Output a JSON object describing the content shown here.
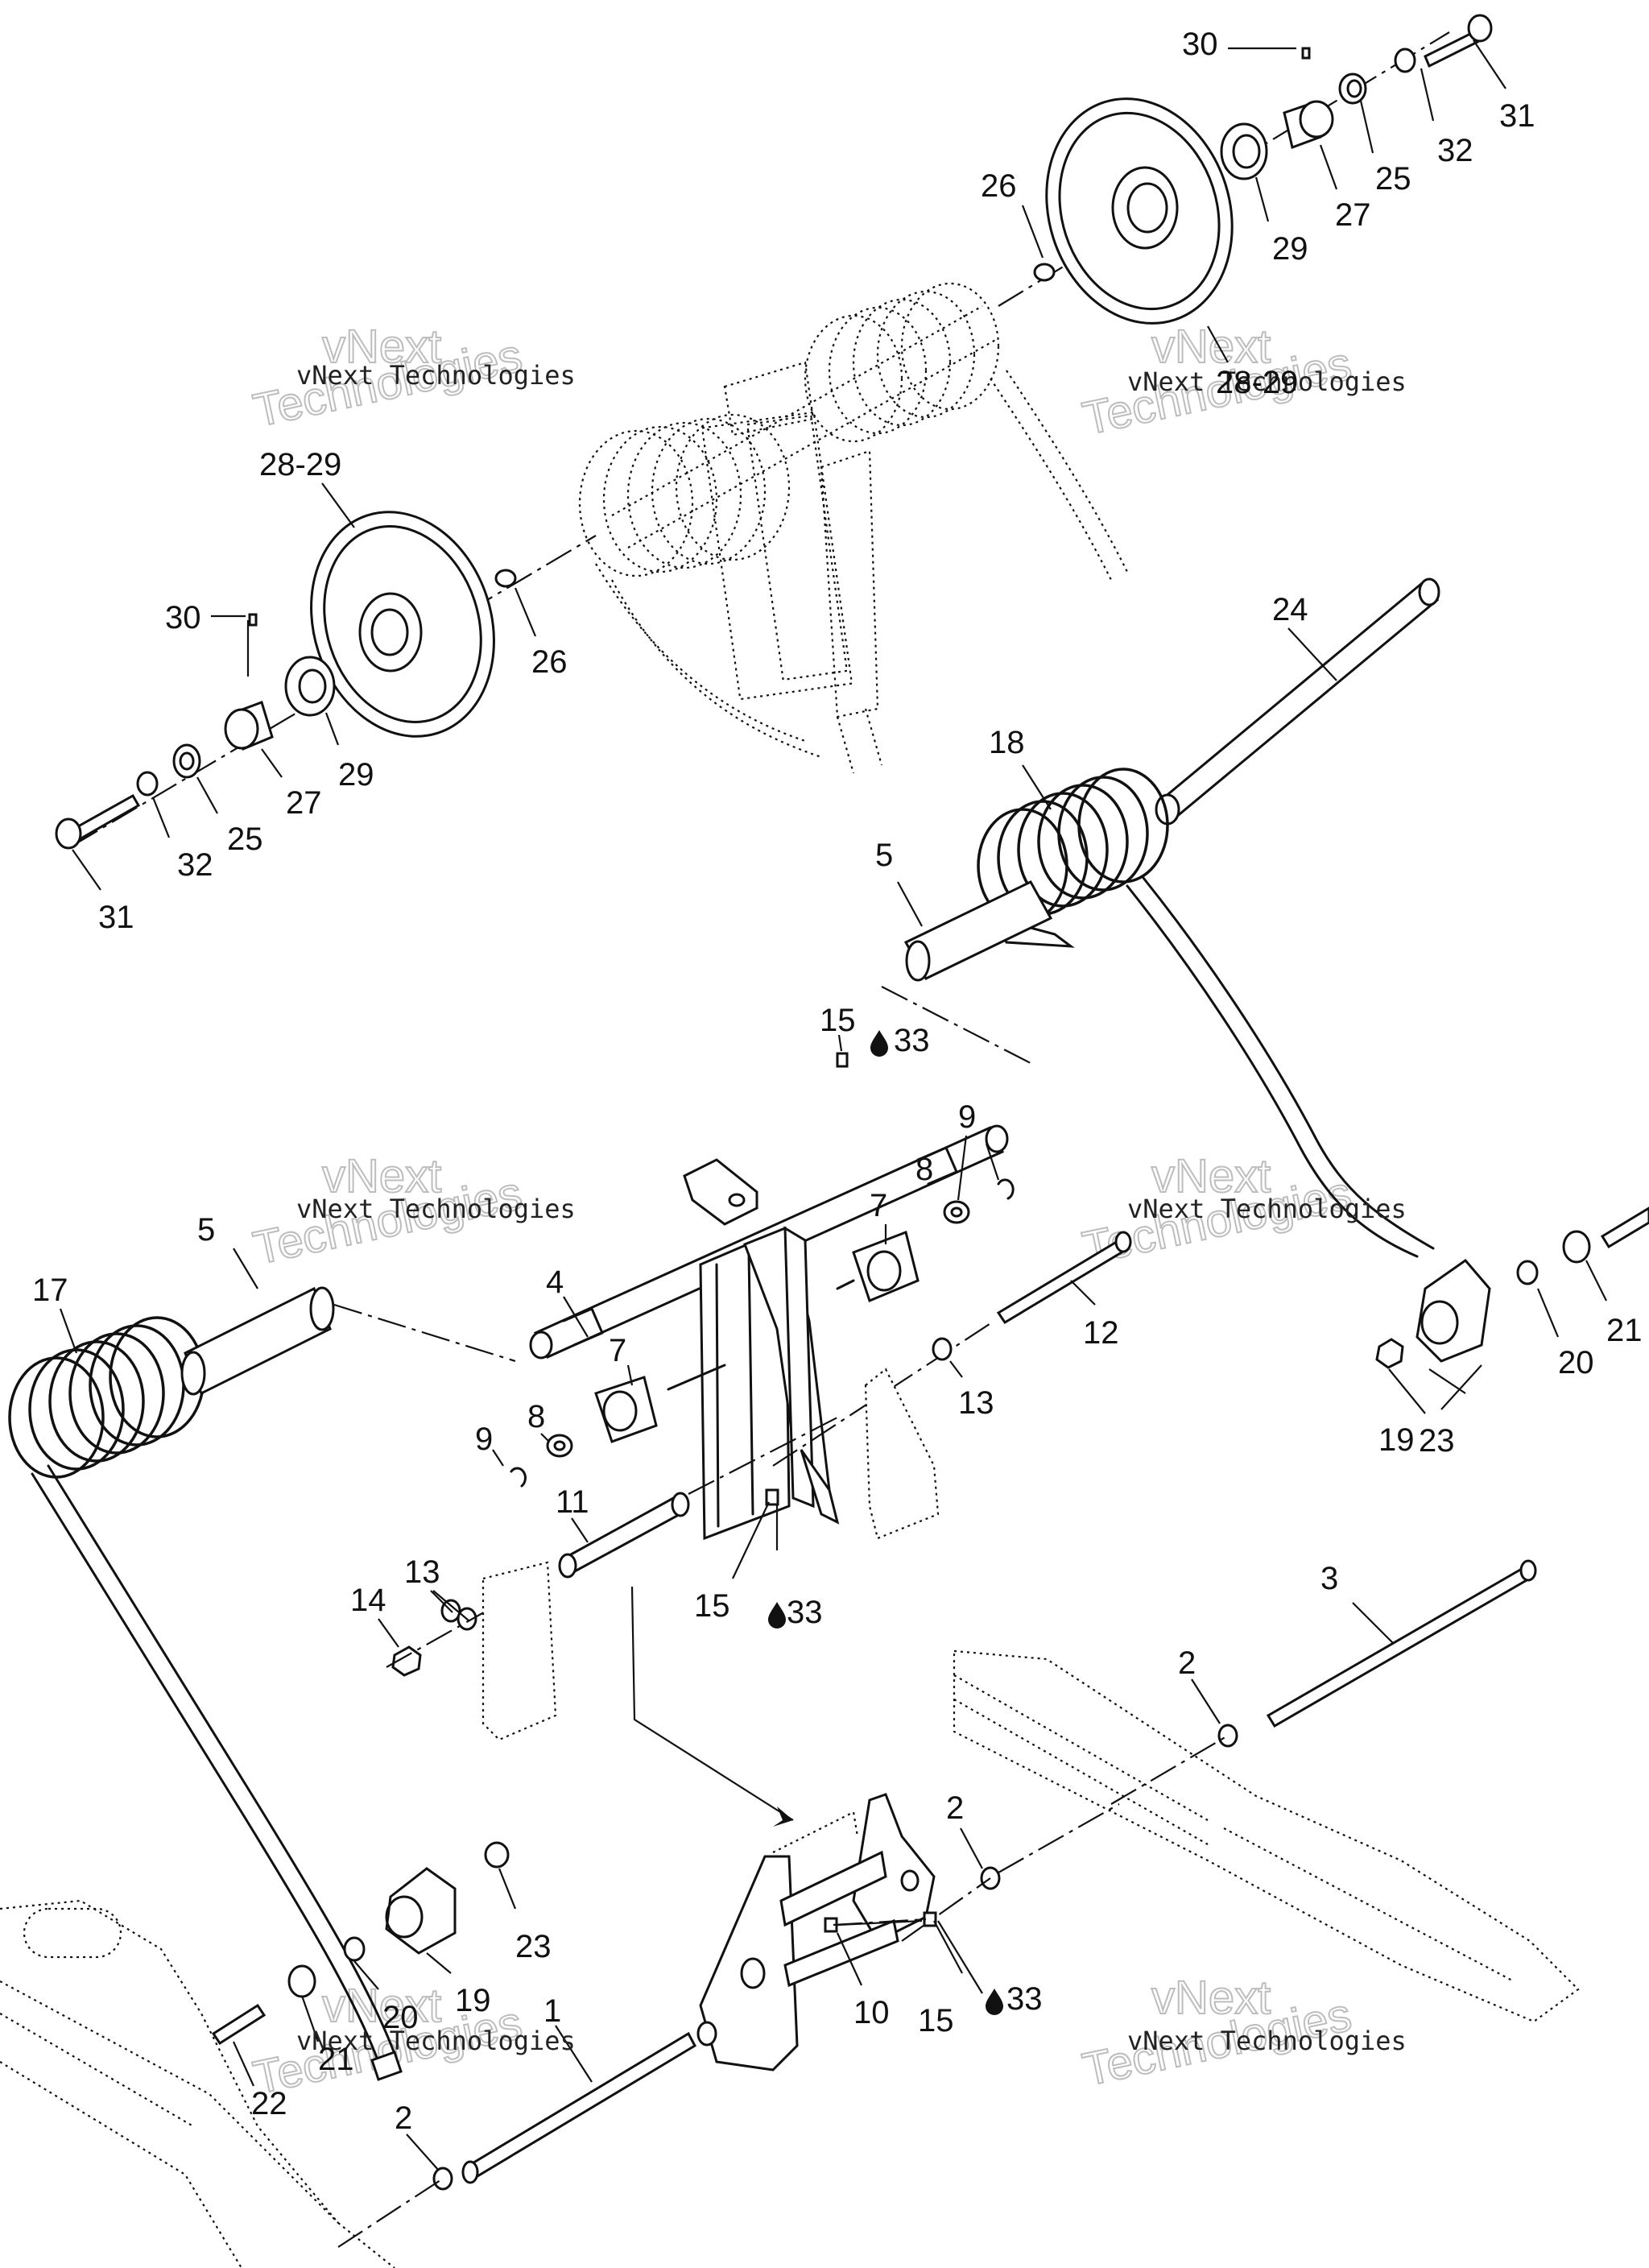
{
  "watermark": {
    "line1": "vNext Technologies",
    "ghost_a": "vNext",
    "ghost_b": "Technologies"
  },
  "callouts": {
    "c1": "1",
    "c2": "2",
    "c3": "3",
    "c4": "4",
    "c5": "5",
    "c7": "7",
    "c8": "8",
    "c9": "9",
    "c10": "10",
    "c11": "11",
    "c12": "12",
    "c13": "13",
    "c14": "14",
    "c15": "15",
    "c17": "17",
    "c18": "18",
    "c19": "19",
    "c20": "20",
    "c21": "21",
    "c22": "22",
    "c23": "23",
    "c24": "24",
    "c25": "25",
    "c26": "26",
    "c27": "27",
    "c28_29": "28-29",
    "c29": "29",
    "c30": "30",
    "c31": "31",
    "c32": "32",
    "c33": "33"
  },
  "icons": {
    "lubricant": "oil-drop-icon"
  }
}
